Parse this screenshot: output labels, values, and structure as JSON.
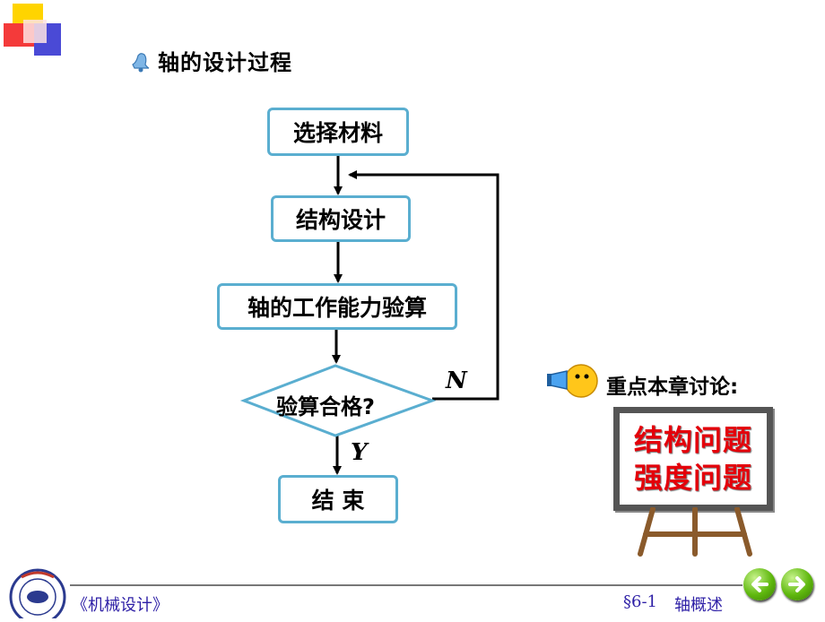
{
  "title": "轴的设计过程",
  "flowchart": {
    "step_material": "选择材料",
    "step_structure": "结构设计",
    "step_check": "轴的工作能力验算",
    "decision": "验算合格?",
    "end": "结 束",
    "label_no": "N",
    "label_yes": "Y",
    "box_border_color": "#5aaed0"
  },
  "note": {
    "heading": "重点本章讨论:",
    "board_line_1": "结构问题",
    "board_line_2": "强度问题",
    "board_text_color": "#e4000a"
  },
  "footer": {
    "course": "《机械设计》",
    "section": "§6-1",
    "section_title": "轴概述",
    "prev_icon": "arrow-left-icon",
    "next_icon": "arrow-right-icon"
  }
}
